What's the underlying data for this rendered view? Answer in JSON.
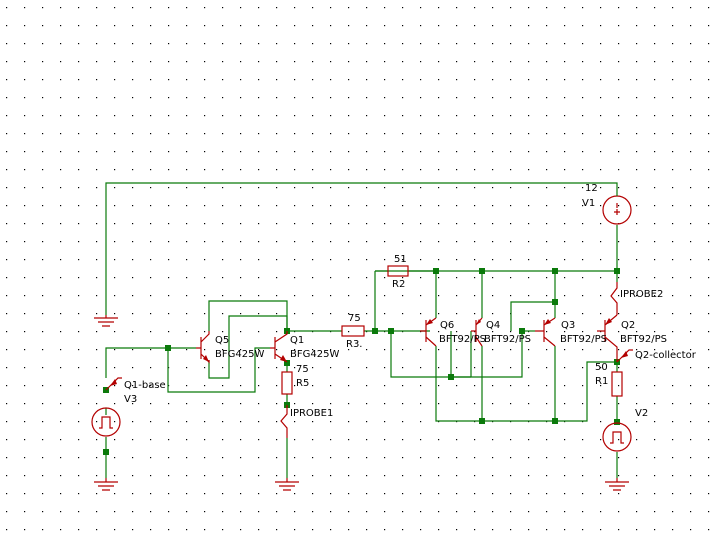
{
  "components": {
    "q5": {
      "name": "Q5",
      "model": "BFG425W"
    },
    "q1": {
      "name": "Q1",
      "model": "BFG425W"
    },
    "q6": {
      "name": "Q6",
      "model": "BFT92/PS"
    },
    "q4": {
      "name": "Q4",
      "model": "BFT92/PS"
    },
    "q3": {
      "name": "Q3",
      "model": "BFT92/PS"
    },
    "q2": {
      "name": "Q2",
      "model": "BFT92/PS"
    },
    "r1": {
      "name": "R1",
      "value": "50"
    },
    "r2": {
      "name": "R2",
      "value": "51"
    },
    "r3": {
      "name": "R3.",
      "value": "75"
    },
    "r5": {
      "name": "R5",
      "value": "75"
    },
    "v1": {
      "name": "V1",
      "value": "12"
    },
    "v2": {
      "name": "V2"
    },
    "v3": {
      "name": "V3"
    }
  },
  "probes": {
    "iprobe1": "IPROBE1",
    "iprobe2": "IPROBE2",
    "q1_base": "Q1-base",
    "q2_collector": "Q2-collector"
  },
  "colors": {
    "wire": "#0b7a0b",
    "component": "#b30000",
    "grid": "#000000"
  }
}
